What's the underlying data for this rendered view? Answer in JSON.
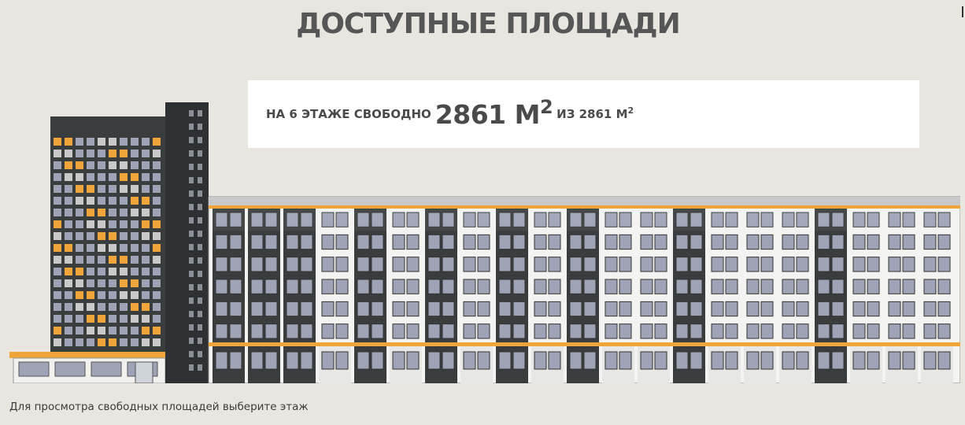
{
  "page": {
    "title": "ДОСТУПНЫЕ ПЛОЩАДИ",
    "hint": "Для просмотра свободных площадей выберите этаж"
  },
  "info": {
    "prefix": "НА 6 ЭТАЖЕ СВОБОДНО",
    "free_value": "2861 М",
    "free_exp": "2",
    "middle": "ИЗ",
    "total_value": "2861 М",
    "total_exp": "2"
  },
  "building": {
    "floors": 6,
    "selected_floor": 6,
    "colors": {
      "dark": "#3a3d3e",
      "tower": "#2e3133",
      "orange": "#f0a53a",
      "window": "#9ea4b6",
      "white": "#f3f3f1"
    }
  }
}
